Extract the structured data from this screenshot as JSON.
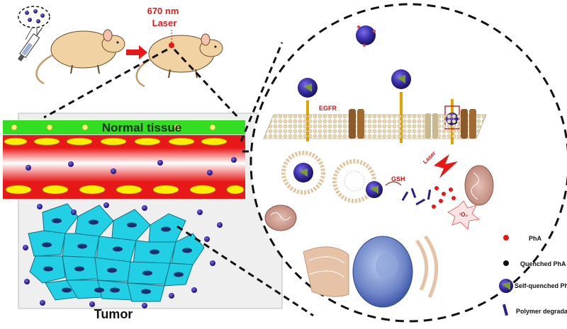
{
  "laser": {
    "line1": "670 nm",
    "line2": "Laser"
  },
  "tissue": {
    "normal": "Normal tissue",
    "tumor": "Tumor"
  },
  "cell": {
    "receptor": "EGFR",
    "reductant": "GSH",
    "laser": "Laser",
    "singlet_oxygen": "¹O₂"
  },
  "legend": [
    {
      "label": "PhA",
      "color": "#e8141a",
      "icon": "red-dot"
    },
    {
      "label": "Quenched PhA",
      "color": "#111111",
      "icon": "black-dot"
    },
    {
      "label": "Self-quenched PhA-ENG",
      "color": "#3a2aa0",
      "icon": "nanoparticle"
    },
    {
      "label": "Polymer degradation debris",
      "color": "#2a1f8a",
      "icon": "debris-bar"
    }
  ],
  "colors": {
    "nanoparticle": "#3b2fa6",
    "tumor_cell": "#22d0e6",
    "vessel_red": "#e81818",
    "normal_tissue_green": "#33dd22",
    "membrane": "#d9c9a0"
  }
}
